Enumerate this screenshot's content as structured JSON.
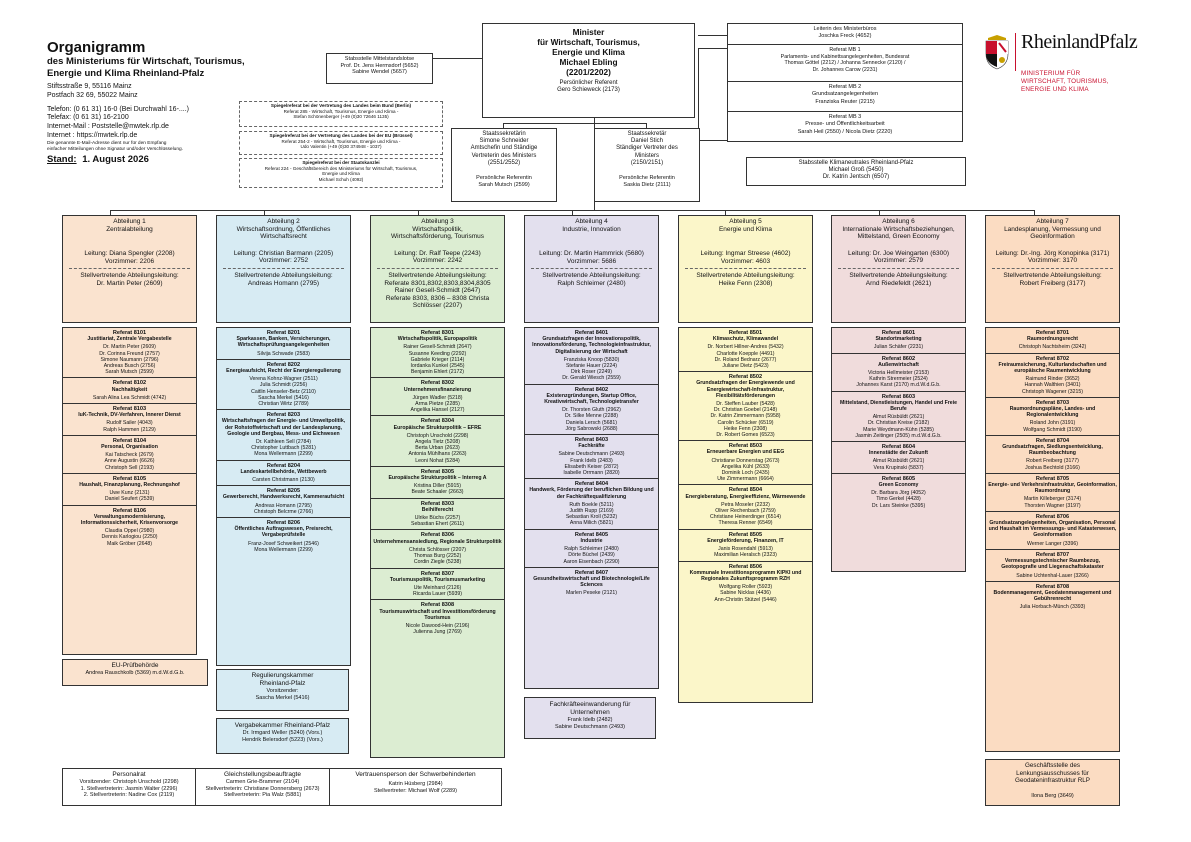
{
  "title": {
    "heading": "Organigramm",
    "sub1": "des Ministeriums für Wirtschaft, Tourismus,",
    "sub2": "Energie und Klima Rheinland-Pfalz",
    "addr1": "Stiftsstraße 9, 55116 Mainz",
    "addr2": "Postfach 32 69, 55022 Mainz",
    "tel": "Telefon: (0 61 31) 16-0 (Bei Durchwahl 16-....)",
    "fax": "Telefax: (0 61 31) 16-2100",
    "mail": "Internet-Mail : Poststelle@mwtek.rlp.de",
    "web": "Internet : https://mwtek.rlp.de",
    "note1": "Die genannte E-Mail-Adresse dient nur für den Empfang",
    "note2": "einfacher Mitteilungen ohne Signatur und/oder Verschlüsselung.",
    "stand_label": "Stand:",
    "stand_value": "1. August 2026"
  },
  "logo": {
    "name": "RheinlandPfalz",
    "line1": "MINISTERIUM FÜR",
    "line2": "WIRTSCHAFT, TOURISMUS,",
    "line3": "ENERGIE UND KLIMA"
  },
  "dashed": [
    {
      "head": "Spiegelreferat bei der Vertretung des Landes beim Bund (Berlin)",
      "l1": "Referat 285 - Wirtschaft, Tourismus, Energie und Klima -",
      "l2": "Stefan Schönenberger (+49 (0)30 72646 1135)"
    },
    {
      "head": "Spiegelreferat bei der Vertretung des Landes bei der EU (Brüssel)",
      "l1": "Referat 254-2 - Wirtschaft, Tourismus, Energie und Klima -",
      "l2": "Udo Valentin (+49 (0)30 374948 - 1037)"
    },
    {
      "head": "Spiegelreferat bei der Staatskanzlei",
      "l1": "Referat 224 - Geschäftsbereich des Ministeriums für Wirtschaft, Tourismus,",
      "l2": "Energie und Klima",
      "l3": "Michael Schuh (4092)"
    }
  ],
  "minister": {
    "l1": "Minister",
    "l2": "für Wirtschaft, Tourismus,",
    "l3": "Energie und Klima",
    "l4": "Michael Ebling",
    "l5": "(2201/2202)",
    "l6": "Persönlicher Referent",
    "l7": "Gero Schieweck (2173)"
  },
  "mittelstand": {
    "l1": "Stabsstelle Mittelstandslotse",
    "l2": "Prof. Dr. Jens Hermsdorf (5652)",
    "l3": "Sabine Wendel (5657)"
  },
  "ss1": {
    "l1": "Staatssekretärin",
    "l2": "Simone Schneider",
    "l3": "Amtschefin und Ständige",
    "l4": "Vertreterin des Ministers",
    "l5": "(2551/2552)",
    "l6": "Persönliche Referentin",
    "l7": "Sarah Mutsch (2599)"
  },
  "ss2": {
    "l1": "Staatssekretär",
    "l2": "Daniel Stich",
    "l3": "Ständiger Vertreter des",
    "l4": "Ministers",
    "l5": "(2150/2151)",
    "l6": "Persönliche Referentin",
    "l7": "Saskia Dietz (2111)"
  },
  "mb": [
    {
      "l1": "Leiterin des Ministerbüros",
      "l2": "Joschka Freck (4652)"
    },
    {
      "l1": "Referat MB 1",
      "l2": "Parlaments- und Kabinettsangelegenheiten, Bundesrat",
      "l3": "Thomas Göttel (2212) / Johanna Sennecke (2120) /",
      "l4": "Dr. Johannes Carow (2231)"
    },
    {
      "l1": "Referat MB 2",
      "l2": "Grundsatzangelegenheiten",
      "l3": "Franziska Reuter (2215)"
    },
    {
      "l1": "Referat MB 3",
      "l2": "Presse- und Öffentlichkeitsarbeit",
      "l3": "Sarah Heil (2550) / Nicola Dietz (2220)"
    }
  ],
  "klima": {
    "l1": "Stabsstelle Klimaneutrales Rheinland-Pfalz",
    "l2": "Michael Groß (5450)",
    "l3": "Dr. Katrin Jentsch (6507)"
  },
  "abt": [
    {
      "h1": "Abteilung 1",
      "h2": "Zentralabteilung",
      "h3": "",
      "lead": "Leitung: Diana Spengler (2208)",
      "vz": "Vorzimmer: 2206",
      "sv1": "Stellvertretende Abteilungsleitung:",
      "sv2": "Dr. Martin Peter (2609)",
      "sv3": "",
      "sv4": "",
      "refs": [
        {
          "n": "Referat 8101",
          "t": "Justitiariat, Zentrale Vergabestelle",
          "p": [
            "Dr. Martin Peter (2609)",
            "Dr. Corinna Freund (2757)",
            "Simone Naumann (2796)",
            "Andreas Busch (2756)",
            "Sarah Mutsch (2599)"
          ]
        },
        {
          "n": "Referat 8102",
          "t": "Nachhaltigkeit",
          "p": [
            "Sarah Alina Lea Schmidt (4742)"
          ]
        },
        {
          "n": "Referat 8103",
          "t": "IuK-Technik, DV-Verfahren, Innerer Dienst",
          "p": [
            "Rudolf Sailer (4043)",
            "Ralph Hammen (2129)"
          ]
        },
        {
          "n": "Referat 8104",
          "t": "Personal, Organisation",
          "p": [
            "Kai Tatscheck (2679)",
            "Anne Augustin (6626)",
            "Christoph Sell (2193)"
          ]
        },
        {
          "n": "Referat 8105",
          "t": "Haushalt, Finanzplanung, Rechnungshof",
          "p": [
            "Uwe Kunz (2131)",
            "Daniel Seufert (2539)"
          ]
        },
        {
          "n": "Referat 8106",
          "t": "Verwaltungsmodernisierung, Informationssicherheit, Krisenvorsorge",
          "p": [
            "Claudia Oppel (2980)",
            "Dennis Karlogiou (2250)",
            "Maik Gröber (2648)"
          ]
        }
      ]
    },
    {
      "h1": "Abteilung 2",
      "h2": "Wirtschaftsordnung, Öffentliches",
      "h3": "Wirtschaftsrecht",
      "lead": "Leitung: Christian Barmann (2205)",
      "vz": "Vorzimmer: 2752",
      "sv1": "Stellvertretende Abteilungsleitung:",
      "sv2": "Andreas Homann (2795)",
      "sv3": "",
      "sv4": "",
      "refs": [
        {
          "n": "Referat 8201",
          "t": "Sparkassen, Banken, Versicherungen, Wirtschaftsprüfungsangelegenheiten",
          "p": [
            "Silvija Schwade (2583)"
          ]
        },
        {
          "n": "Referat 8202",
          "t": "Energieaufsicht, Recht der Energieregulierung",
          "p": [
            "Verena Kohnz-Wagner (2511)",
            "Julia Schmidt (2256)",
            "Caitlin Henseler-Betz (2110)",
            "Sascha Merkel (5416)",
            "Christian Wirtz (2789)"
          ]
        },
        {
          "n": "Referat 8203",
          "t": "Wirtschaftsfragen der Energie- und Umweltpolitik, der Rohstoffwirtschaft und der Landesplanung, Geologie und Bergbau, Mess- und Eichwesen",
          "p": [
            "Dr. Kathleen Sell (2784)",
            "Christopher Luttbach (5281)",
            "Mona Wellermann (2299)"
          ]
        },
        {
          "n": "Referat 8204",
          "t": "Landeskartellbehörde, Wettbewerb",
          "p": [
            "Carsten Christmann (2130)"
          ]
        },
        {
          "n": "Referat 8205",
          "t": "Gewerberecht, Handwerksrecht, Kammeraufsicht",
          "p": [
            "Andreas Homann (2795)",
            "Christoph Belcrme (2766)"
          ]
        },
        {
          "n": "Referat 8206",
          "t": "Öffentliches Auftragswesen, Preisrecht, Vergabeprüfstelle",
          "p": [
            "Franz-Josef Schweikert (2546)",
            "Mona Wellermann (2299)"
          ]
        }
      ]
    },
    {
      "h1": "Abteilung 3",
      "h2": "Wirtschaftspolitik,",
      "h3": "Wirtschaftsförderung, Tourismus",
      "lead": "Leitung: Dr. Ralf Teepe (2243)",
      "vz": "Vorzimmer: 2242",
      "sv1": "Stellvertretende Abteilungsleitung:",
      "sv2": "Referate 8301,8302,8303,8304,8305",
      "sv3": "Rainer Gesell-Schmidt (2647)",
      "sv4": "Referate 8303, 8306 – 8308 Christa Schlösser (2207)",
      "refs": [
        {
          "n": "Referat 8301",
          "t": "Wirtschaftspolitik, Europapolitik",
          "p": [
            "Rainer Gesell-Schmidt (2647)",
            "Susanne Keeding (2292)",
            "Gabriele Krieger (2114)",
            "Iordanka Kunkel (2545)",
            "Benjamin Ehlert (2172)"
          ]
        },
        {
          "n": "Referat 8302",
          "t": "Unternehmensfinanzierung",
          "p": [
            "Jürgen Wadler (5218)",
            "Arma Pietze (2285)",
            "Angelika Hansel (2127)"
          ]
        },
        {
          "n": "Referat 8304",
          "t": "Europäische Strukturpolitik – EFRE",
          "p": [
            "Christoph Unschold (2298)",
            "Angela Tietz (5208)",
            "Berta Urban (2623)",
            "Antonia Mühlhans (2263)",
            "Leoni Nohat (5284)"
          ]
        },
        {
          "n": "Referat 8305",
          "t": "Europäische Strukturpolitik – Interreg A",
          "p": [
            "Kristina Diller (5915)",
            "Beate Schaaler (2663)"
          ]
        },
        {
          "n": "Referat 8303",
          "t": "Beihilferecht",
          "p": [
            "Ulrike Büchs (2257)",
            "Sebastian Ehert (2611)"
          ]
        },
        {
          "n": "Referat 8306",
          "t": "Unternehmensansiedlung, Regionale Strukturpolitik",
          "p": [
            "Christa Schlösser (2207)",
            "Thomas Burg (2252)",
            "Cordin Ziegle (5238)"
          ]
        },
        {
          "n": "Referat 8307",
          "t": "Tourismuspolitik, Tourismusmarketing",
          "p": [
            "Ute Meinhard (2126)",
            "Ricarda Lauer (5939)"
          ]
        },
        {
          "n": "Referat 8308",
          "t": "Tourismuswirtschaft und Investitionsförderung Tourismus",
          "p": [
            "Nicole Dawood-Hein (2196)",
            "Julienna Jung (2769)"
          ]
        }
      ]
    },
    {
      "h1": "Abteilung 4",
      "h2": "Industrie, Innovation",
      "h3": "",
      "lead": "Leitung: Dr. Martin Hammrick (5680)",
      "vz": "Vorzimmer: 5686",
      "sv1": "Stellvertretende Abteilungsleitung:",
      "sv2": "Ralph Schleimer (2480)",
      "sv3": "",
      "sv4": "",
      "refs": [
        {
          "n": "Referat 8401",
          "t": "Grundsatzfragen der Innovationspolitik, Innovationsförderung, Technologieinfrastruktur, Digitalisierung der Wirtschaft",
          "p": [
            "Franziska Knoop (5830)",
            "Stefanie Hauer (2224)",
            "Dirk Roser (2249)",
            "Dr. Gerald Wiesch (2559)"
          ]
        },
        {
          "n": "Referat 8402",
          "t": "Existenzgründungen, Startup Office, Kreativwirtschaft, Technologietransfer",
          "p": [
            "Dr. Thorsten Gluth (2962)",
            "Dr. Silke Menne (2288)",
            "Daniela Lersch (5681)",
            "Jörg Sabrowski (2688)"
          ]
        },
        {
          "n": "Referat 8403",
          "t": "Fachkräfte",
          "p": [
            "Sabine Deutschmann (2493)",
            "Frank Idelb (2483)",
            "Elisabeth Keiser (2872)",
            "Isabelle Orrmann (2820)"
          ]
        },
        {
          "n": "Referat 8404",
          "t": "Handwerk, Förderung der beruflichen Bildung und der Fachkräftequalifizierung",
          "p": [
            "Ruth Boekle (5211)",
            "Judith Rupp (2169)",
            "Sebastian Kroll (5232)",
            "Anna Milich (5821)"
          ]
        },
        {
          "n": "Referat 8405",
          "t": "Industrie",
          "p": [
            "Ralph Schleimer (2480)",
            "Dörte Büchel (2439)",
            "Aaron Eisenbach (2290)"
          ]
        },
        {
          "n": "Referat 8407",
          "t": "Gesundheitswirtschaft und Biotechnologie/Life Sciences",
          "p": [
            "Marlen Peseke (2121)"
          ]
        }
      ]
    },
    {
      "h1": "Abteilung 5",
      "h2": "Energie und Klima",
      "h3": "",
      "lead": "Leitung: Ingmar Streese (4602)",
      "vz": "Vorzimmer: 4603",
      "sv1": "Stellvertretende Abteilungsleitung:",
      "sv2": "Heike Fenn (2308)",
      "sv3": "",
      "sv4": "",
      "refs": [
        {
          "n": "Referat 8501",
          "t": "Klimaschutz, Klimawandel",
          "p": [
            "Dr. Norbert Hillner-Andres (5432)",
            "Charlotte Koepple (4491)",
            "Dr. Roland Bednarz (2677)",
            "Juliane Dietz (5423)"
          ]
        },
        {
          "n": "Referat 8502",
          "t": "Grundsatzfragen der Energiewende und Energiewirtschaft-Infrastruktur, Flexibilitätsförderungen",
          "p": [
            "Dr. Steffen Lauber (5428)",
            "Dr. Christian Goebel (2148)",
            "Dr. Katrin Zimmermann (5958)",
            "Carolin Schücker (6519)",
            "Heike Fenn (2308)",
            "Dr. Robert Gomes (6523)"
          ]
        },
        {
          "n": "Referat 8503",
          "t": "Erneuerbare Energien und EEG",
          "p": [
            "Christiane Donnerstag (2673)",
            "Angelika Kühl (2633)",
            "Dominik Loch (2435)",
            "Ute Zimmermann (6664)"
          ]
        },
        {
          "n": "Referat 8504",
          "t": "Energieberatung, Energieeffizienz, Wärmewende",
          "p": [
            "Petra Moseler (2232)",
            "Oliver Rechenbach (2759)",
            "Christiane Heinerdinger (6514)",
            "Theresa Renner (6549)"
          ]
        },
        {
          "n": "Referat 8505",
          "t": "Energieförderung, Finanzen, IT",
          "p": [
            "Janis Rosendahl (5913)",
            "Maximilian Heralsch (2323)"
          ]
        },
        {
          "n": "Referat 8506",
          "t": "Kommunale Investitionsprogramm KIPKI und Regionales Zukunftsprogramm RZH",
          "p": [
            "Wolfgang Roller (5923)",
            "Sabine Nicklas (4436)",
            "Ann-Christin Stützel (5446)"
          ]
        }
      ]
    },
    {
      "h1": "Abteilung 6",
      "h2": "Internationale Wirtschaftsbeziehungen,",
      "h3": "Mittelstand, Green Economy",
      "lead": "Leitung: Dr. Joe Weingarten (6300)",
      "vz": "Vorzimmer: 2579",
      "sv1": "Stellvertretende Abteilungsleitung:",
      "sv2": "Arnd Riedefeldt (2621)",
      "sv3": "",
      "sv4": "",
      "refs": [
        {
          "n": "Referat 8601",
          "t": "Standortmarketing",
          "p": [
            "Julian Schäfer (2231)"
          ]
        },
        {
          "n": "Referat 8602",
          "t": "Außenwirtschaft",
          "p": [
            "Victoria Hellmeister (2153)",
            "Kathrin Strermeier (2524)",
            "Johannes Karst (2170) m.d.W.d.G.b."
          ]
        },
        {
          "n": "Referat 8603",
          "t": "Mittelstand, Dienstleistungen, Handel und Freie Berufe",
          "p": [
            "Almut Rüsbüldt (2621)",
            "Dr. Christian Kreise (2182)",
            "Marie Weydmann-Kühn (5285)",
            "Jasmin Zeitinger (2505) m.d.W.d.G.b."
          ]
        },
        {
          "n": "Referat 8604",
          "t": "Innenstädte der Zukunft",
          "p": [
            "Almut Rüsbüldt (2621)",
            "Vera Krupinski (5837)"
          ]
        },
        {
          "n": "Referat 8605",
          "t": "Green Economy",
          "p": [
            "Dr. Barbara Jörg (4052)",
            "Timo Gerkel (4428)",
            "Dr. Lars Steinke (5395)"
          ]
        }
      ]
    },
    {
      "h1": "Abteilung 7",
      "h2": "Landesplanung, Vermessung und",
      "h3": "Geoinformation",
      "lead": "Leitung: Dr.-Ing. Jörg Konopinka (3171)",
      "vz": "Vorzimmer: 3170",
      "sv1": "Stellvertretende Abteilungsleitung:",
      "sv2": "Robert Freiberg (3177)",
      "sv3": "",
      "sv4": "",
      "refs": [
        {
          "n": "Referat 8701",
          "t": "Raumordnungsrecht",
          "p": [
            "Christoph Nachtsheim (3242)"
          ]
        },
        {
          "n": "Referat 8702",
          "t": "Freiraumsicherung, Kulturlandschaften und europäische Raumentwicklung",
          "p": [
            "Raimund Rinder (3652)",
            "Hannah Walthien (3401)",
            "Christoph Wagener (3215)"
          ]
        },
        {
          "n": "Referat 8703",
          "t": "Raumordnungspläne, Landes- und Regionalentwicklung",
          "p": [
            "Roland John (3191)",
            "Wolfgang Schmidt (3190)"
          ]
        },
        {
          "n": "Referat 8704",
          "t": "Grundsatzfragen, Siedlungsentwicklung, Raumbeobachtung",
          "p": [
            "Robert Freiberg (3177)",
            "Joshua Bechtold (3166)"
          ]
        },
        {
          "n": "Referat 8705",
          "t": "Energie- und Verkehrsinfrastruktur, Geoinformation, Raumordnung",
          "p": [
            "Martin Killeberger (3174)",
            "Thorsten Wagner (3197)"
          ]
        },
        {
          "n": "Referat 8706",
          "t": "Grundsatzangelegenheiten, Organisation, Personal und Haushalt im Vermessungs- und Katasterwesen, Geoinformation",
          "p": [
            "Werner Langer (3396)"
          ]
        },
        {
          "n": "Referat 8707",
          "t": "Vermessungstechnischer Raumbezug, Geotopografie und Liegenschaftskataster",
          "p": [
            "Sabine Uchtenhal-Lauer (3266)"
          ]
        },
        {
          "n": "Referat 8708",
          "t": "Bodenmanagement, Geodatenmanagement und Gebührenrecht",
          "p": [
            "Julia Horbach-Münch (3393)"
          ]
        }
      ]
    }
  ],
  "extras": {
    "eu": {
      "h": "EU-Prüfbehörde",
      "p": "Andrea Rauschkolb (5369) m.d.W.d.G.b."
    },
    "regulierung": {
      "h1": "Regulierungskammer",
      "h2": "Rheinland-Pfalz",
      "h3": "Vorsitzender:",
      "p": "Sascha Merkel (5416)"
    },
    "vergabe": {
      "h": "Vergabekammer Rheinland-Pfalz",
      "p1": "Dr. Irmgard Weller (5240) (Vors.)",
      "p2": "Hendrik Belersdorf (5223) (Vors.)"
    },
    "fachkraefte": {
      "h1": "Fachkräfteeinwanderung für",
      "h2": "Unternehmen",
      "p1": "Frank Idelb (2482)",
      "p2": "Sabine Deutschmann (2493)"
    },
    "geschaeft": {
      "h1": "Geschäftsstelle des",
      "h2": "Lenkungsausschusses für",
      "h3": "Geodateninfrastruktur RLP",
      "p": "Ilona Berg (3649)"
    }
  },
  "bottom": {
    "pr": {
      "h": "Personalrat",
      "l1": "Vorsitzender: Christoph Unschold (2298)",
      "l2": "1. Stellvertreterin: Jasmin Walter (2296)",
      "l3": "2. Stellvertreterin: Nadine Cox (2119)"
    },
    "gb": {
      "h": "Gleichstellungsbeauftragte",
      "l1": "Carmen Grie-Brammer (2104)",
      "l2": "Stellvertreterin: Christiane Donnersberg (2673)",
      "l3": "Stellvertreterin: Pia Walz (5881)"
    },
    "sb": {
      "h": "Vertrauensperson der Schwerbehinderten",
      "l1": "Katrin Hüsberg (2984)",
      "l2": "Stellvertreter: Michael Wolf (2289)"
    }
  },
  "colors": {
    "abt1": "#fae3cf",
    "abt2": "#d7ebf3",
    "abt3": "#dcedd2",
    "abt4": "#e3e0ee",
    "abt5": "#fbf6c9",
    "abt6": "#f0dcdc",
    "abt7": "#fbdcc2",
    "logo_red": "#c8102e"
  }
}
